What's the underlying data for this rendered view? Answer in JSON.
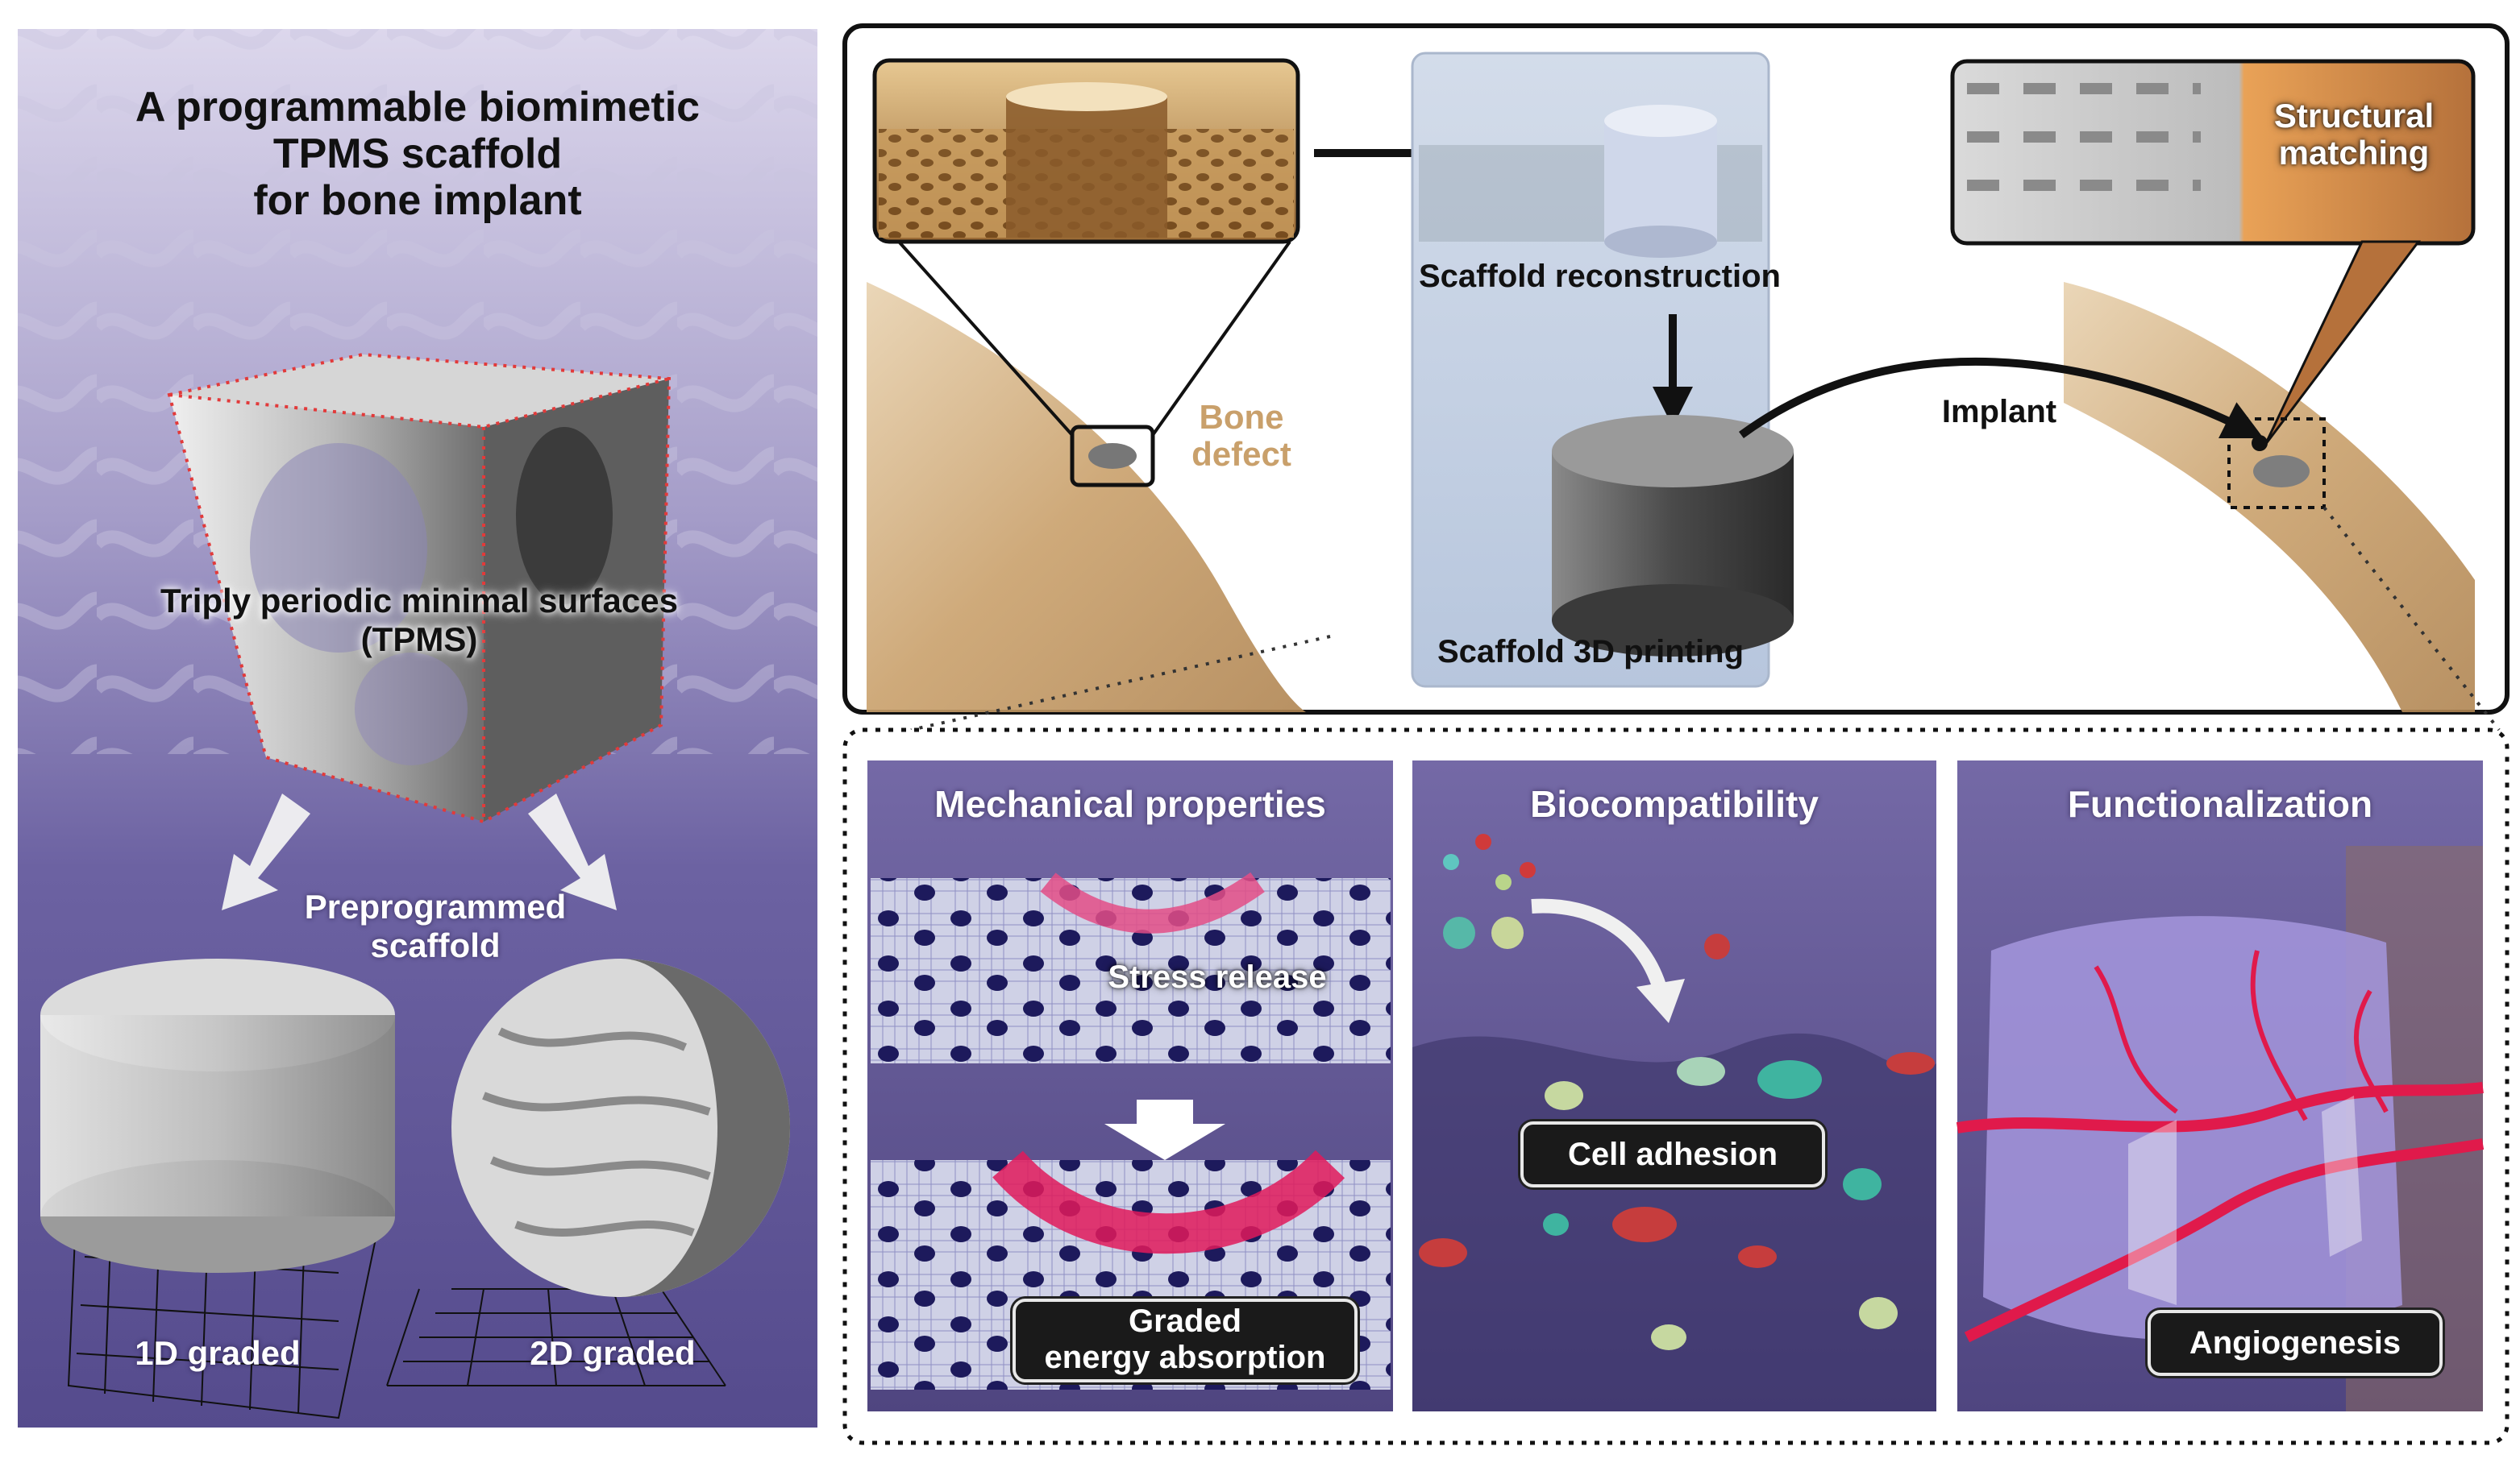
{
  "left_panel": {
    "title_line1": "A programmable biomimetic",
    "title_line2": "TPMS scaffold",
    "title_line3": "for bone implant",
    "tpms_label_line1": "Triply periodic minimal surfaces",
    "tpms_label_line2": "(TPMS)",
    "preprogrammed_line1": "Preprogrammed",
    "preprogrammed_line2": "scaffold",
    "graded_1d": "1D graded",
    "graded_2d": "2D graded"
  },
  "top_panel": {
    "bone_defect_line1": "Bone",
    "bone_defect_line2": "defect",
    "scaffold_reconstruction": "Scaffold reconstruction",
    "scaffold_printing": "Scaffold 3D printing",
    "implant": "Implant",
    "structural_matching_line1": "Structural",
    "structural_matching_line2": "matching"
  },
  "bottom_panels": {
    "mechanical": {
      "title": "Mechanical properties",
      "stress_release": "Stress release",
      "graded_line1": "Graded",
      "graded_line2": "energy absorption"
    },
    "biocompat": {
      "title": "Biocompatibility",
      "cell_adhesion": "Cell adhesion"
    },
    "functional": {
      "title": "Functionalization",
      "angiogenesis": "Angiogenesis"
    }
  },
  "colors": {
    "left_panel_top": "#d9d3ea",
    "left_panel_bottom": "#544a8c",
    "bone": "#c9a06b",
    "reconstruction_bg": "#c3d0e3",
    "subpanel_purple": "#5f5590",
    "vessel_red": "#d8204a"
  }
}
